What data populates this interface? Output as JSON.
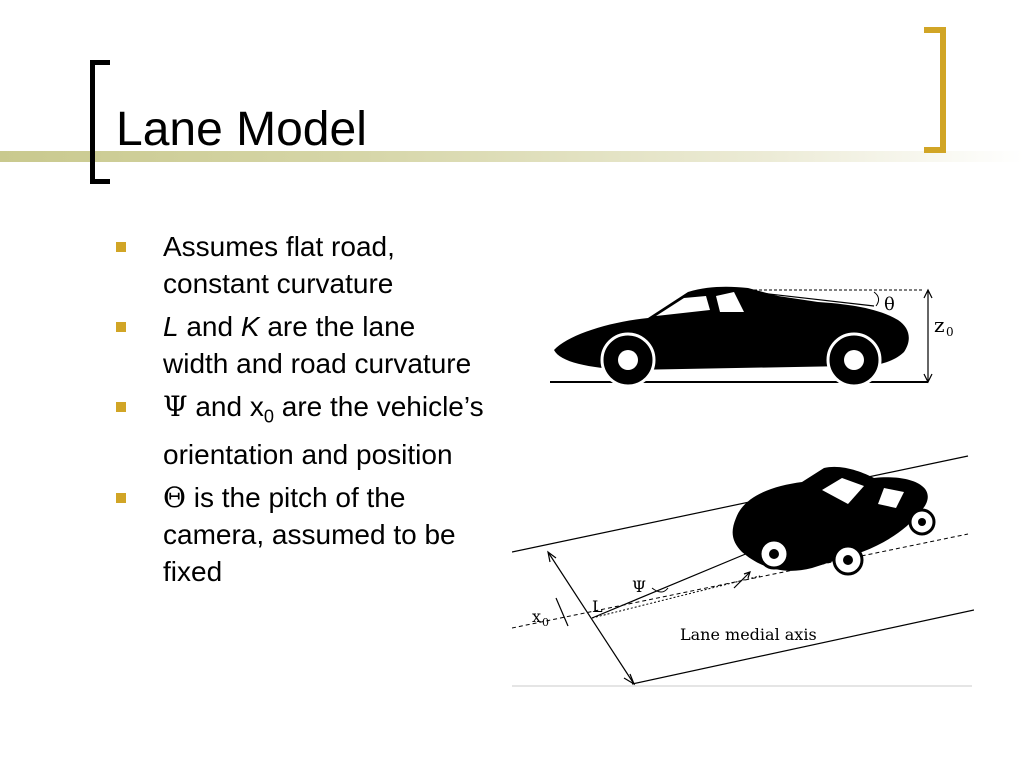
{
  "title": "Lane Model",
  "bullets": [
    {
      "text": "Assumes flat road, constant curvature"
    },
    {
      "symbol1": "L",
      "mid1": " and ",
      "symbol2": "K",
      "rest": " are the lane width and road curvature"
    },
    {
      "symbol": "Ψ",
      "mid": " and x",
      "sub": "0",
      "rest": " are the vehicle’s orientation and position"
    },
    {
      "symbol": "Θ",
      "rest": " is the pitch of the camera, assumed to be fixed"
    }
  ],
  "figure_top": {
    "theta_label": "θ",
    "height_label": "z",
    "height_sub": "0"
  },
  "figure_bottom": {
    "psi_label": "Ψ",
    "offset_label": "x",
    "offset_sub": "0",
    "width_label": "L",
    "axis_label": "Lane medial axis"
  },
  "colors": {
    "accent": "#d1a526",
    "band": "#c9c98e"
  }
}
